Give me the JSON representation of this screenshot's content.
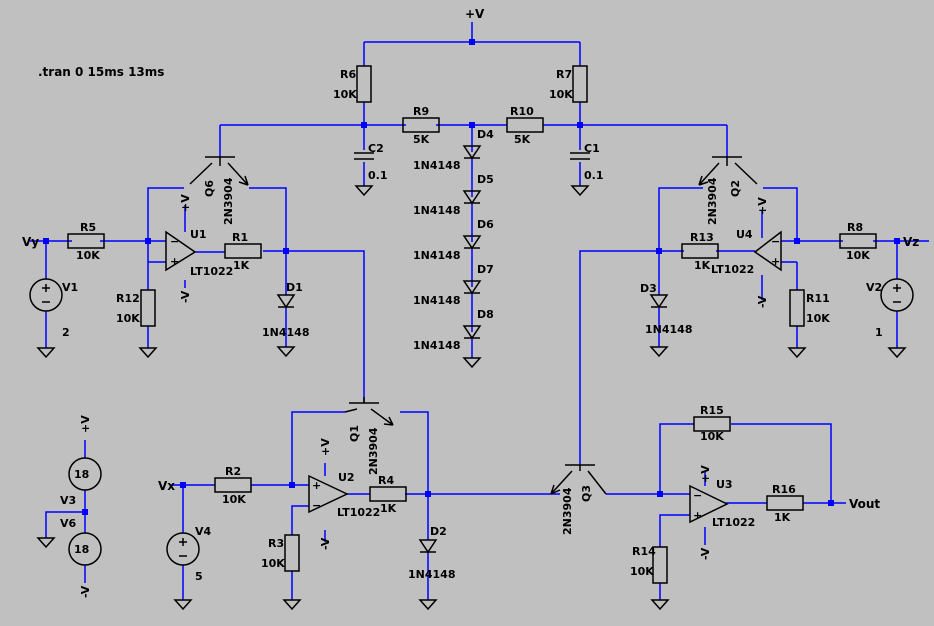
{
  "directive": ".tran 0 15ms 13ms",
  "colors": {
    "background": "#c0c0c0",
    "wire": "#0000ff",
    "component": "#000000"
  },
  "nets": {
    "vplus": "+V",
    "vminus": "-V",
    "vx": "Vx",
    "vy": "Vy",
    "vz": "Vz",
    "vout": "Vout"
  },
  "resistors": {
    "r1": {
      "ref": "R1",
      "value": "1K"
    },
    "r2": {
      "ref": "R2",
      "value": "10K"
    },
    "r3": {
      "ref": "R3",
      "value": "10K"
    },
    "r4": {
      "ref": "R4",
      "value": "1K"
    },
    "r5": {
      "ref": "R5",
      "value": "10K"
    },
    "r6": {
      "ref": "R6",
      "value": "10K"
    },
    "r7": {
      "ref": "R7",
      "value": "10K"
    },
    "r8": {
      "ref": "R8",
      "value": "10K"
    },
    "r9": {
      "ref": "R9",
      "value": "5K"
    },
    "r10": {
      "ref": "R10",
      "value": "5K"
    },
    "r11": {
      "ref": "R11",
      "value": "10K"
    },
    "r12": {
      "ref": "R12",
      "value": "10K"
    },
    "r13": {
      "ref": "R13",
      "value": "1K"
    },
    "r14": {
      "ref": "R14",
      "value": "10K"
    },
    "r15": {
      "ref": "R15",
      "value": "10K"
    },
    "r16": {
      "ref": "R16",
      "value": "1K"
    }
  },
  "capacitors": {
    "c1": {
      "ref": "C1",
      "value": "0.1"
    },
    "c2": {
      "ref": "C2",
      "value": "0.1"
    }
  },
  "diodes": {
    "d1": {
      "ref": "D1",
      "model": "1N4148"
    },
    "d2": {
      "ref": "D2",
      "model": "1N4148"
    },
    "d3": {
      "ref": "D3",
      "model": "1N4148"
    },
    "d4": {
      "ref": "D4",
      "model": "1N4148"
    },
    "d5": {
      "ref": "D5",
      "model": "1N4148"
    },
    "d6": {
      "ref": "D6",
      "model": "1N4148"
    },
    "d7": {
      "ref": "D7",
      "model": "1N4148"
    },
    "d8": {
      "ref": "D8",
      "model": "1N4148"
    }
  },
  "transistors": {
    "q1": {
      "ref": "Q1",
      "model": "2N3904"
    },
    "q2": {
      "ref": "Q2",
      "model": "2N3904"
    },
    "q3": {
      "ref": "Q3",
      "model": "2N3904"
    },
    "q6": {
      "ref": "Q6",
      "model": "2N3904"
    }
  },
  "opamps": {
    "u1": {
      "ref": "U1",
      "model": "LT1022"
    },
    "u2": {
      "ref": "U2",
      "model": "LT1022"
    },
    "u3": {
      "ref": "U3",
      "model": "LT1022"
    },
    "u4": {
      "ref": "U4",
      "model": "LT1022"
    }
  },
  "sources": {
    "v1": {
      "ref": "V1",
      "value": "2"
    },
    "v2": {
      "ref": "V2",
      "value": "1"
    },
    "v3": {
      "ref": "V3",
      "value": "18"
    },
    "v4": {
      "ref": "V4",
      "value": "5"
    },
    "v6": {
      "ref": "V6",
      "value": "18"
    }
  }
}
